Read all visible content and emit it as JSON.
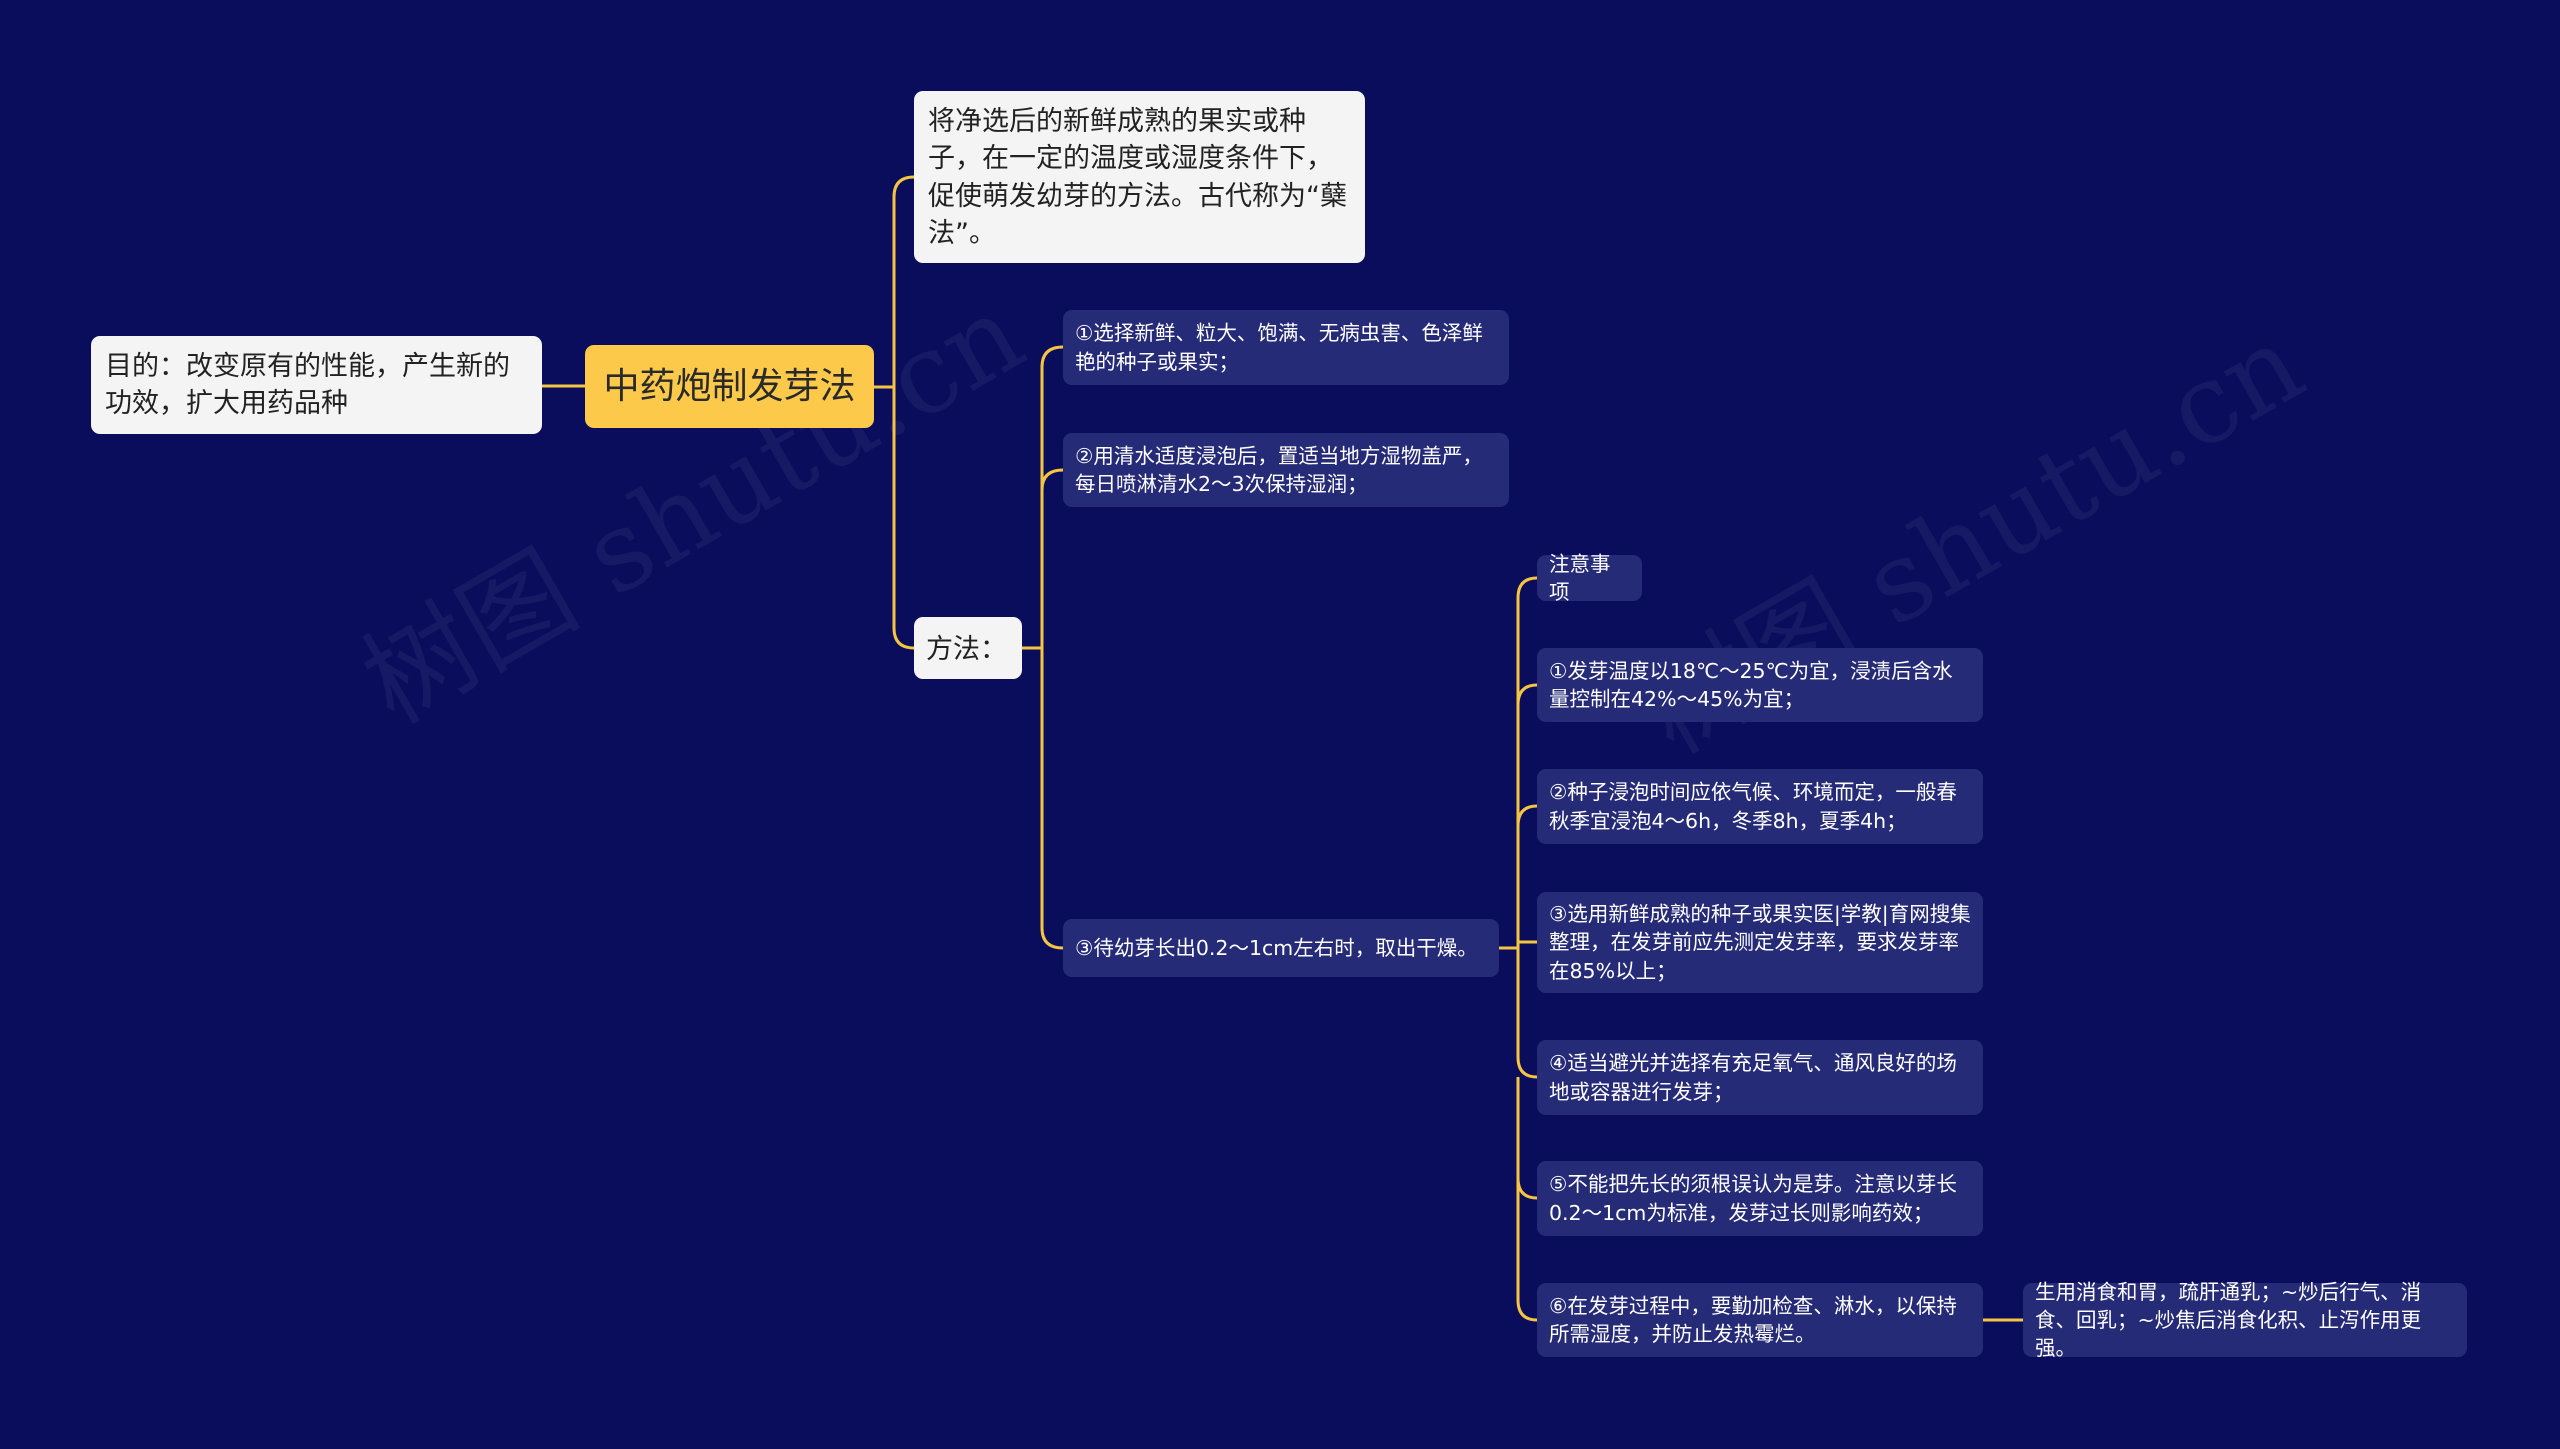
{
  "colors": {
    "background": "#0a0d5c",
    "connector": "#f5c542",
    "root": "#fcc94a",
    "dark_node": "#262b78",
    "light_node": "#f4f4f4"
  },
  "root": {
    "label": "中药炮制发芽法"
  },
  "purpose": {
    "text": "目的：改变原有的性能，产生新的功效，扩大用药品种"
  },
  "definition": {
    "text": "将净选后的新鲜成熟的果实或种子，在一定的温度或湿度条件下，促使萌发幼芽的方法。古代称为“蘖法”。"
  },
  "method": {
    "label": "方法：",
    "steps": [
      {
        "text": "①选择新鲜、粒大、饱满、无病虫害、色泽鲜艳的种子或果实；"
      },
      {
        "text": "②用清水适度浸泡后，置适当地方湿物盖严，每日喷淋清水2～3次保持湿润；"
      },
      {
        "text": "③待幼芽长出0.2～1cm左右时，取出干燥。"
      }
    ]
  },
  "notes": {
    "items": [
      {
        "text": "注意事项"
      },
      {
        "text": "①发芽温度以18℃～25℃为宜，浸渍后含水量控制在42%～45%为宜；"
      },
      {
        "text": "②种子浸泡时间应依气候、环境而定，一般春秋季宜浸泡4～6h，冬季8h，夏季4h；"
      },
      {
        "text": "③选用新鲜成熟的种子或果实医|学教|育网搜集整理，在发芽前应先测定发芽率，要求发芽率在85%以上；"
      },
      {
        "text": "④适当避光并选择有充足氧气、通风良好的场地或容器进行发芽；"
      },
      {
        "text": "⑤不能把先长的须根误认为是芽。注意以芽长0.2～1cm为标准，发芽过长则影响药效；"
      },
      {
        "text": "⑥在发芽过程中，要勤加检查、淋水，以保持所需湿度，并防止发热霉烂。"
      }
    ],
    "extra": {
      "text": "生用消食和胃，疏肝通乳；~炒后行气、消食、回乳；~炒焦后消食化积、止泻作用更强。"
    }
  },
  "watermark": "树图 shutu.cn"
}
